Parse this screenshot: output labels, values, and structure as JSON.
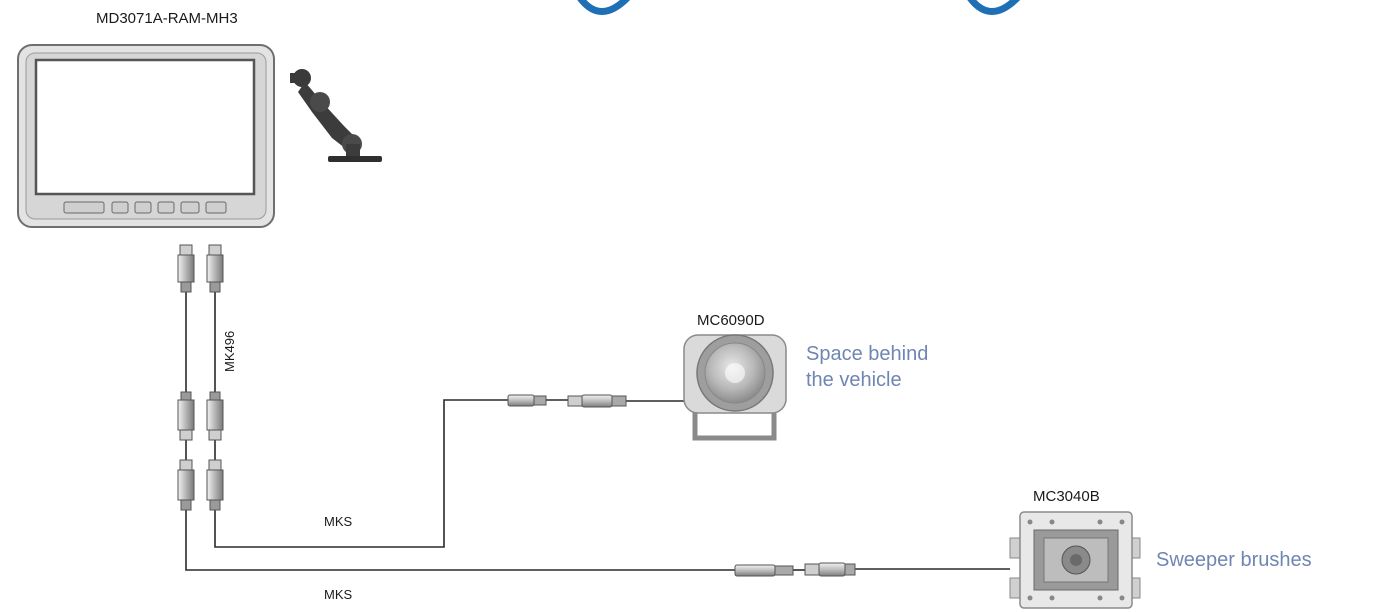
{
  "monitor": {
    "model": "MD3071A-RAM-MH3"
  },
  "camera_rear": {
    "model": "MC6090D",
    "location": [
      "Space behind",
      "the vehicle"
    ]
  },
  "camera_brush": {
    "model": "MC3040B",
    "location": "Sweeper brushes"
  },
  "cables": {
    "split_cable": "MK496",
    "ext_cable_1": "MKS",
    "ext_cable_2": "MKS"
  },
  "colors": {
    "label_blue": "#6f86b3",
    "arc_blue": "#1f6fb5",
    "line": "#2a2a2a",
    "body_gray": "#d7d7d7"
  }
}
